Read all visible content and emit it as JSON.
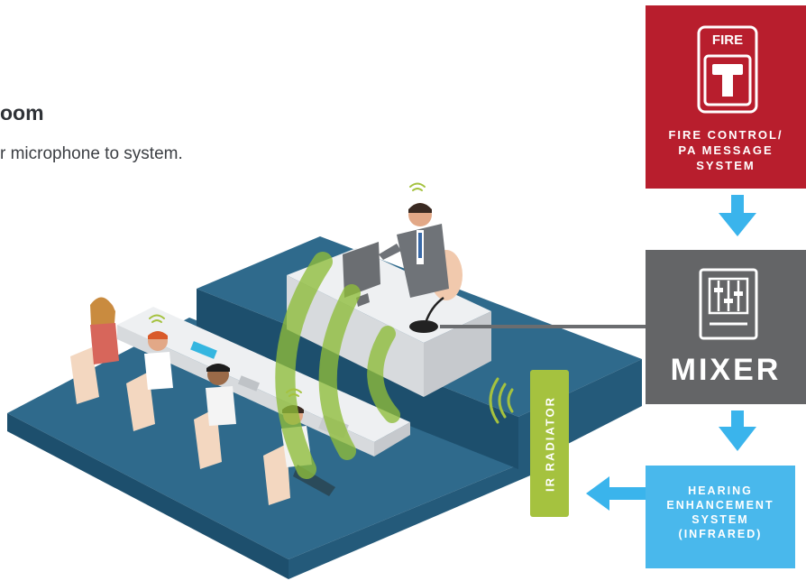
{
  "header": {
    "title": "oom",
    "subtitle": "r microphone to system."
  },
  "fire_system": {
    "icon_label": "FIRE",
    "label": "FIRE CONTROL/\nPA MESSAGE\nSYSTEM",
    "icon": "fire-alarm-pull-station-icon",
    "color": "#b81e2d"
  },
  "mixer": {
    "label": "MIXER",
    "icon": "mixer-fader-icon",
    "color": "#646567"
  },
  "hearing_system": {
    "label": "HEARING\nENHANCEMENT\nSYSTEM\n(INFRARED)",
    "color": "#49b8ec"
  },
  "ir_radiator": {
    "label": "IR RADIATOR",
    "color": "#a5c23f"
  },
  "colors": {
    "arrow": "#3ab4ec",
    "floor_top": "#2f6a8c",
    "floor_side": "#1d4f6d",
    "ir_waves": "#8fbd3a"
  }
}
